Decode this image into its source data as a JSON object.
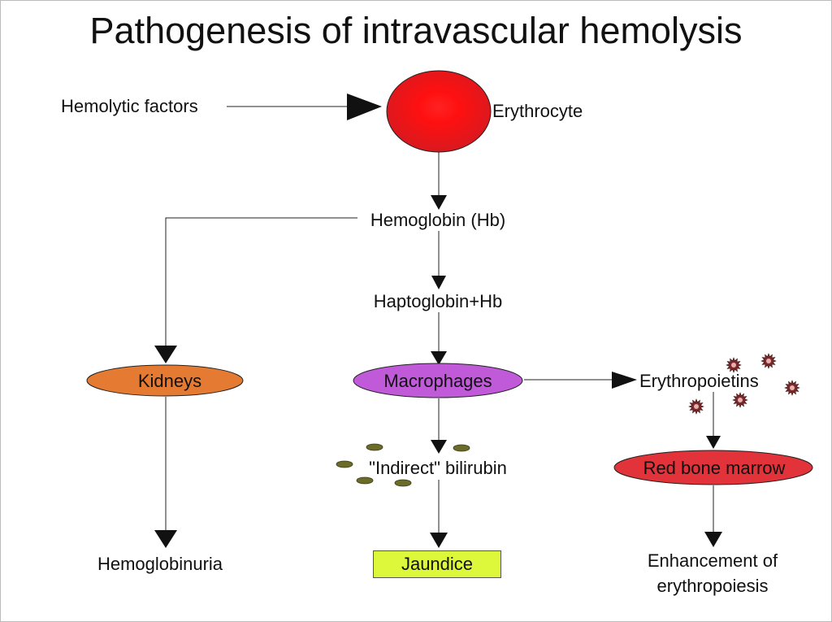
{
  "title": "Pathogenesis of intravascular hemolysis",
  "nodes": {
    "hemolytic_factors": "Hemolytic factors",
    "erythrocyte": "Erythrocyte",
    "hemoglobin": "Hemoglobin (Hb)",
    "haptoglobin": "Haptoglobin+Hb",
    "kidneys": "Kidneys",
    "macrophages": "Macrophages",
    "erythropoietins": "Erythropoietins",
    "indirect_bilirubin": "\"Indirect\" bilirubin",
    "red_bone_marrow": "Red bone marrow",
    "hemoglobinuria": "Hemoglobinuria",
    "jaundice": "Jaundice",
    "enhancement_line1": "Enhancement of",
    "enhancement_line2": "erythropoiesis"
  },
  "colors": {
    "erythrocyte": "#e0262a",
    "erythrocyte_center": "#ff1a1a",
    "kidneys": "#e57a33",
    "macrophages": "#c05ad9",
    "red_bone_marrow": "#e2323a",
    "jaundice_box": "#ddf73a",
    "bilirubin_dots": "#6b6b2a",
    "erythropoietin_glyph": "#7a2a2a"
  }
}
